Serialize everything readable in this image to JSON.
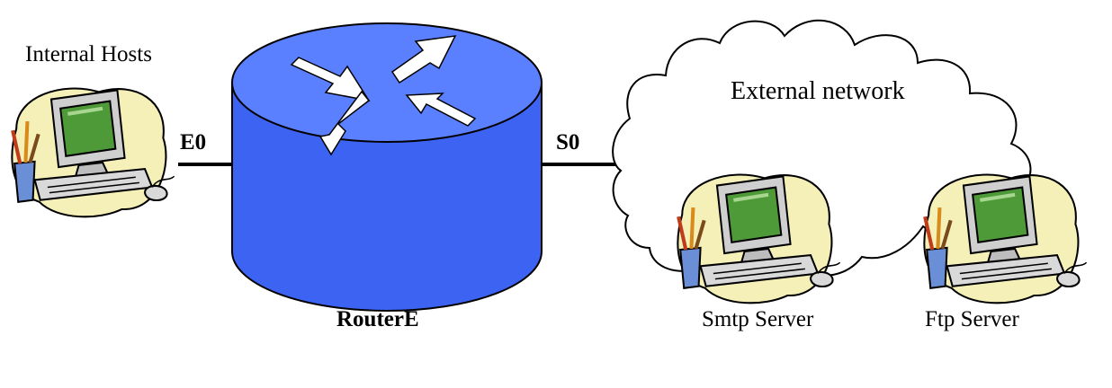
{
  "diagram": {
    "internal_hosts_label": "Internal Hosts",
    "e0_label": "E0",
    "s0_label": "S0",
    "router_label": "RouterE",
    "external_network_label": "External network",
    "smtp_label": "Smtp Server",
    "ftp_label": "Ftp Server"
  },
  "icons": {
    "router": "router-icon",
    "computer": "computer-icon",
    "cloud": "cloud-icon"
  },
  "colors": {
    "router_fill": "#3d63f2",
    "router_top": "#5b80ff",
    "arrow_fill": "#ffffff",
    "computer_blob": "#f5f0b8",
    "computer_body": "#cfcfcf",
    "screen": "#4e9a38",
    "line": "#000000"
  }
}
